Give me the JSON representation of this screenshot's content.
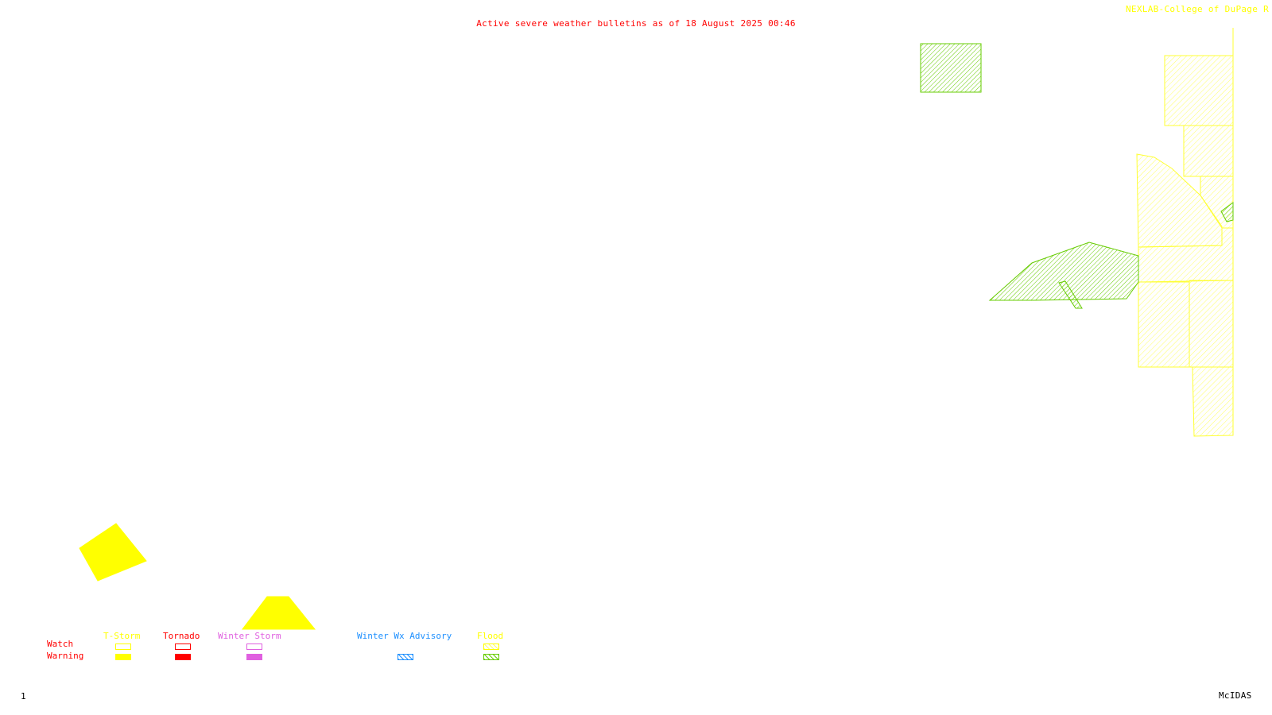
{
  "header": {
    "title": "Active severe weather bulletins as of 18 August 2025 00:46",
    "credit": "NEXLAB-College of DuPage R"
  },
  "footer": {
    "frame_number": "1",
    "software": "McIDAS"
  },
  "colors": {
    "tstorm": "#ffff00",
    "tornado": "#ff0000",
    "winter_storm": "#e060e0",
    "winter_wx_advisory": "#1e90ff",
    "flood_watch": "#ffff00",
    "flood_warning": "#66cc00",
    "title": "#ff0000"
  },
  "legend": {
    "row_labels": {
      "watch": "Watch",
      "warning": "Warning"
    },
    "categories": [
      {
        "key": "tstorm",
        "label": "T-Storm",
        "watch_style": "outline",
        "warning_style": "solid"
      },
      {
        "key": "tornado",
        "label": "Tornado",
        "watch_style": "outline",
        "warning_style": "solid"
      },
      {
        "key": "winter_storm",
        "label": "Winter Storm",
        "watch_style": "outline",
        "warning_style": "solid"
      },
      {
        "key": "winter_wx_advisory",
        "label": "Winter Wx Advisory",
        "watch_style": "none",
        "warning_style": "hatched"
      },
      {
        "key": "flood",
        "label": "Flood",
        "watch_style": "hatched",
        "warning_style": "hatched"
      }
    ]
  },
  "bulletins": [
    {
      "type": "flood-warning",
      "description": "Flood warning area, northeast"
    },
    {
      "type": "flood-warning",
      "description": "Flood warning area, east-central"
    },
    {
      "type": "flood-watch",
      "description": "Flood watch counties, eastern edge"
    },
    {
      "type": "tstorm-warning",
      "description": "Severe thunderstorm warning, southwest"
    },
    {
      "type": "tstorm-warning",
      "description": "Severe thunderstorm warning, south"
    }
  ]
}
